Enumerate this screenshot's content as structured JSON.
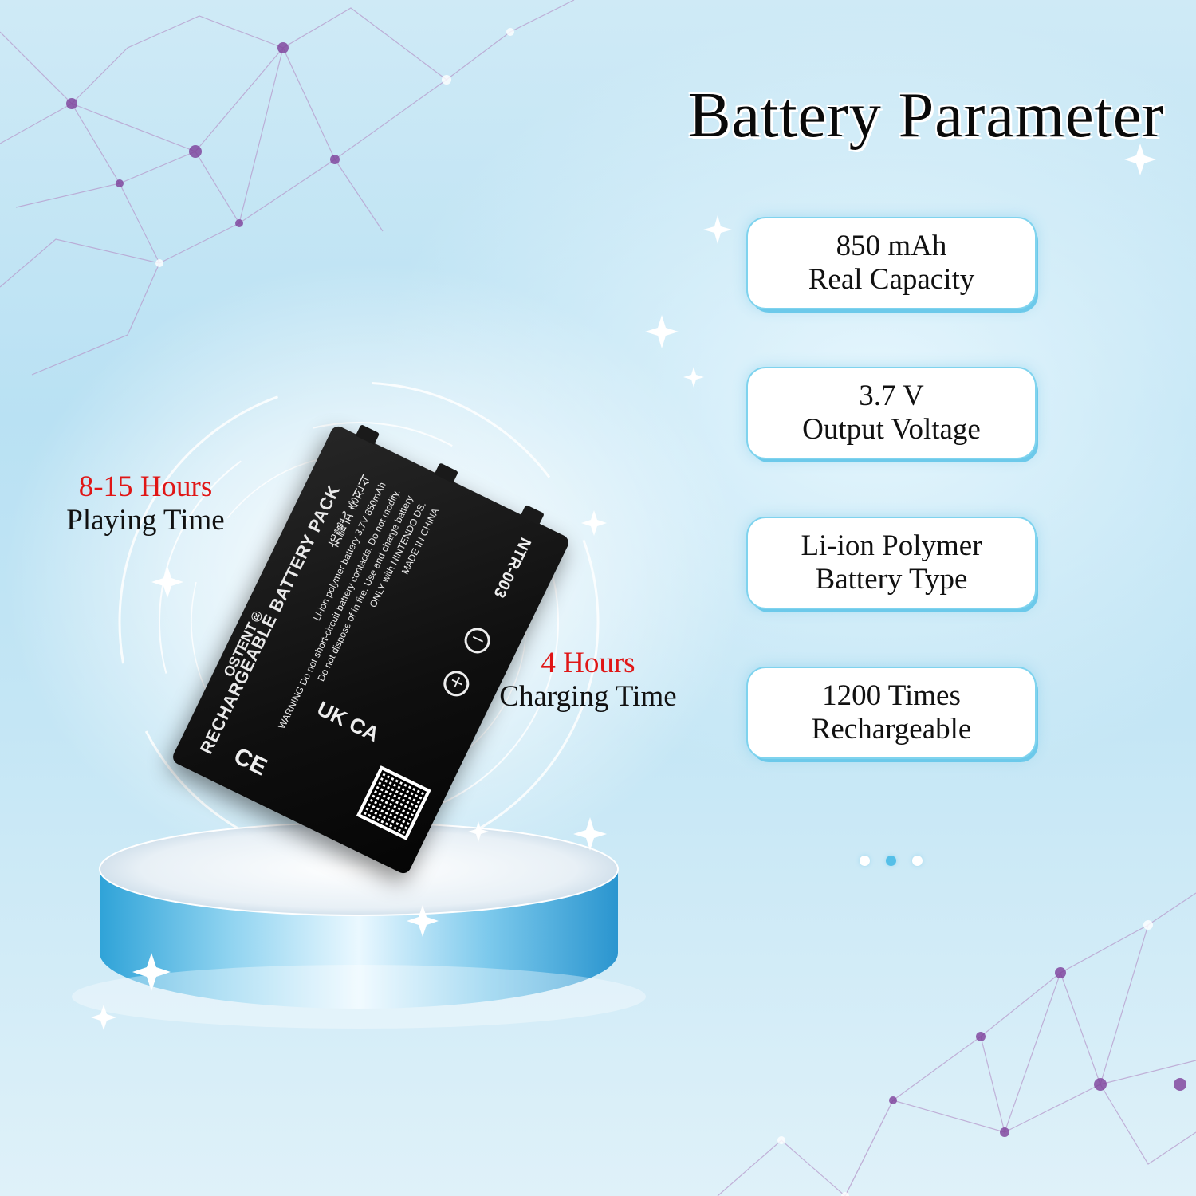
{
  "title": "Battery Parameter",
  "specs": [
    {
      "value": "850 mAh",
      "label": "Real Capacity"
    },
    {
      "value": "3.7 V",
      "label": "Output Voltage"
    },
    {
      "value": "Li-ion Polymer",
      "label": "Battery Type"
    },
    {
      "value": "1200 Times",
      "label": "Rechargeable"
    }
  ],
  "playing": {
    "value": "8-15 Hours",
    "label": "Playing Time"
  },
  "charging": {
    "value": "4 Hours",
    "label": "Charging Time"
  },
  "battery": {
    "brand": "OSTENT®",
    "heading": "RECHARGEABLE BATTERY PACK",
    "heading_local": "充電式 충전식",
    "model": "NTR-003",
    "spec_line": "Li-ion polymer battery 3.7V 850mAh",
    "warning": "WARNING Do not short-circuit battery contacts. Do not modify.",
    "warning2": "Do not dispose of in fire. Use and charge battery",
    "warning3": "ONLY with NINTENDO DS.",
    "made_in": "MADE IN CHINA",
    "ukca": "UK CA",
    "ce": "CE"
  },
  "carousel": {
    "count": 3,
    "active_index": 1
  },
  "colors": {
    "highlight": "#e01616",
    "accent": "#55bfe8"
  }
}
